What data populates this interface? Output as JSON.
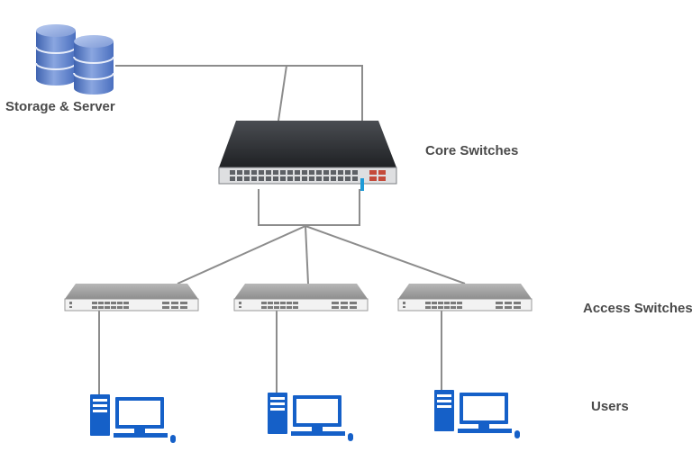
{
  "labels": {
    "storage": "Storage & Server",
    "core": "Core Switches",
    "access": "Access Switches",
    "users": "Users"
  },
  "colors": {
    "line": "#8c8c8c",
    "database_blue": "#5b7fc6",
    "pc_blue": "#1560c8",
    "switch_gray": "#dcdcdc",
    "core_dark": "#2d2f33",
    "label_text": "#4a4a4a"
  },
  "icons": {
    "storage": "database-stack-icon",
    "core": "core-switch-icon",
    "access": "access-switch-icon",
    "user": "desktop-pc-icon"
  }
}
